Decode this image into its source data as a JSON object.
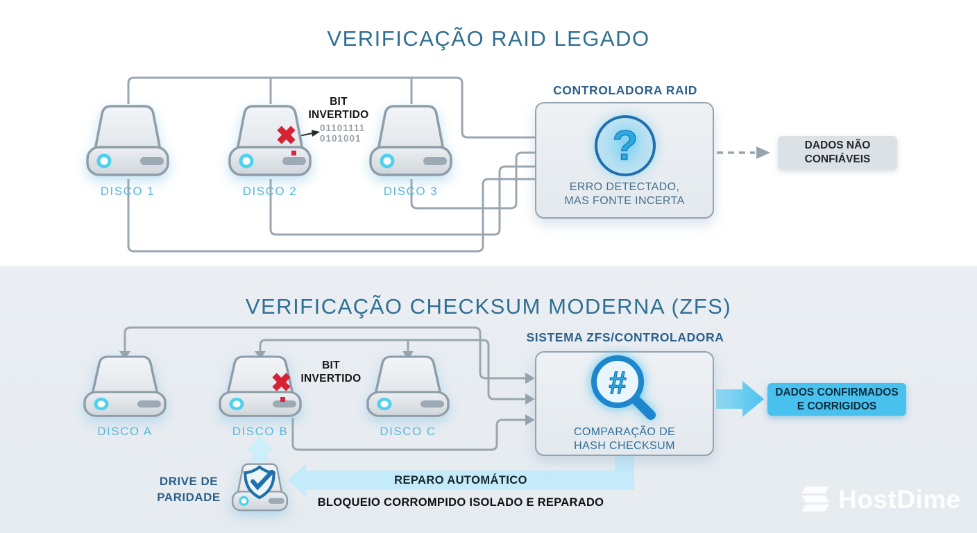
{
  "legacy": {
    "title": "VERIFICAÇÃO RAID LEGADO",
    "disks": [
      {
        "label": "DISCO 1"
      },
      {
        "label": "DISCO 2"
      },
      {
        "label": "DISCO 3"
      }
    ],
    "bit_flip": {
      "line1": "BIT",
      "line2": "INVERTIDO",
      "binary1": "01101111",
      "binary2": "0101001"
    },
    "controller": {
      "title": "CONTROLADORA RAID",
      "icon_symbol": "?",
      "caption1": "ERRO DETECTADO,",
      "caption2": "MAS FONTE INCERTA"
    },
    "result": {
      "line1": "DADOS NÃO",
      "line2": "CONFIÁVEIS"
    }
  },
  "modern": {
    "title": "VERIFICAÇÃO CHECKSUM MODERNA (ZFS)",
    "disks": [
      {
        "label": "DISCO A"
      },
      {
        "label": "DISCO B"
      },
      {
        "label": "DISCO C"
      }
    ],
    "bit_flip": {
      "line1": "BIT",
      "line2": "INVERTIDO"
    },
    "controller": {
      "title": "SISTEMA ZFS/CONTROLADORA",
      "icon_symbol": "#",
      "caption1": "COMPARAÇÃO DE",
      "caption2": "HASH CHECKSUM"
    },
    "result": {
      "line1": "DADOS CONFIRMADOS",
      "line2": "E CORRIGIDOS"
    },
    "parity": {
      "line1": "DRIVE DE",
      "line2": "PARIDADE"
    },
    "repair": {
      "arrow_label": "REPARO AUTOMÁTICO",
      "caption": "BLOQUEIO CORROMPIDO ISOLADO E REPARADO"
    }
  },
  "icons": {
    "error_mark": "✖"
  },
  "branding": {
    "logo_text": "HostDime"
  },
  "colors": {
    "title_blue": "#2f6f92",
    "disk_label_cyan": "#58b7db",
    "accent_blue": "#29abe2",
    "cyan_result_box": "#49c1ee",
    "light_cyan_band": "#c3ebf9",
    "line_gray": "#9aa6b0",
    "error_red": "#d7263d",
    "modern_bg": "#e9edf2"
  }
}
